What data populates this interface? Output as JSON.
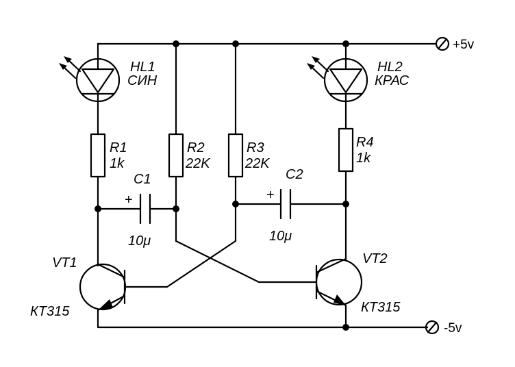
{
  "labels": {
    "hl1_name": "HL1",
    "hl1_color": "СИН",
    "hl2_name": "HL2",
    "hl2_color": "КРАС",
    "r1_name": "R1",
    "r1_value": "1k",
    "r2_name": "R2",
    "r2_value": "22K",
    "r3_name": "R3",
    "r3_value": "22K",
    "r4_name": "R4",
    "r4_value": "1k",
    "c1_name": "C1",
    "c1_value": "10μ",
    "c2_name": "C2",
    "c2_value": "10μ",
    "c_plus": "+",
    "vt1_name": "VT1",
    "vt1_type": "КТ315",
    "vt2_name": "VT2",
    "vt2_type": "КТ315",
    "supply_pos": "+5v",
    "supply_neg": "-5v"
  }
}
